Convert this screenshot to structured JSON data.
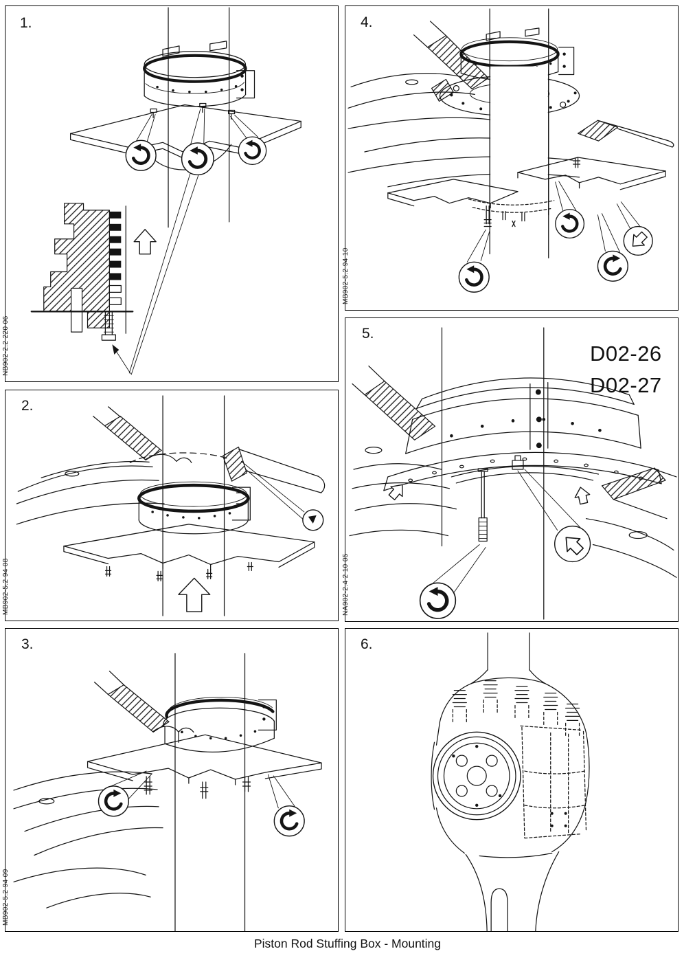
{
  "document": {
    "caption": "Piston Rod Stuffing Box - Mounting"
  },
  "panels": [
    {
      "number": "1.",
      "ref_code": "NB902-2.2 220 06"
    },
    {
      "number": "2.",
      "ref_code": "MB902-5.2 94 08"
    },
    {
      "number": "3.",
      "ref_code": "MB902-5.2 94 09"
    },
    {
      "number": "4.",
      "ref_code": "MB902-5.2 94 10"
    },
    {
      "number": "5.",
      "ref_code": "NA902-2.4 2 10 05",
      "callout_labels": [
        "D02-26",
        "D02-27"
      ]
    },
    {
      "number": "6."
    }
  ],
  "icons": {
    "rotate-ccw-icon": "↺",
    "rotate-cw-icon": "↻",
    "up-arrow-icon": "⇧",
    "pointer-icon": "➤"
  },
  "colors": {
    "line": "#141414",
    "background": "#ffffff"
  }
}
